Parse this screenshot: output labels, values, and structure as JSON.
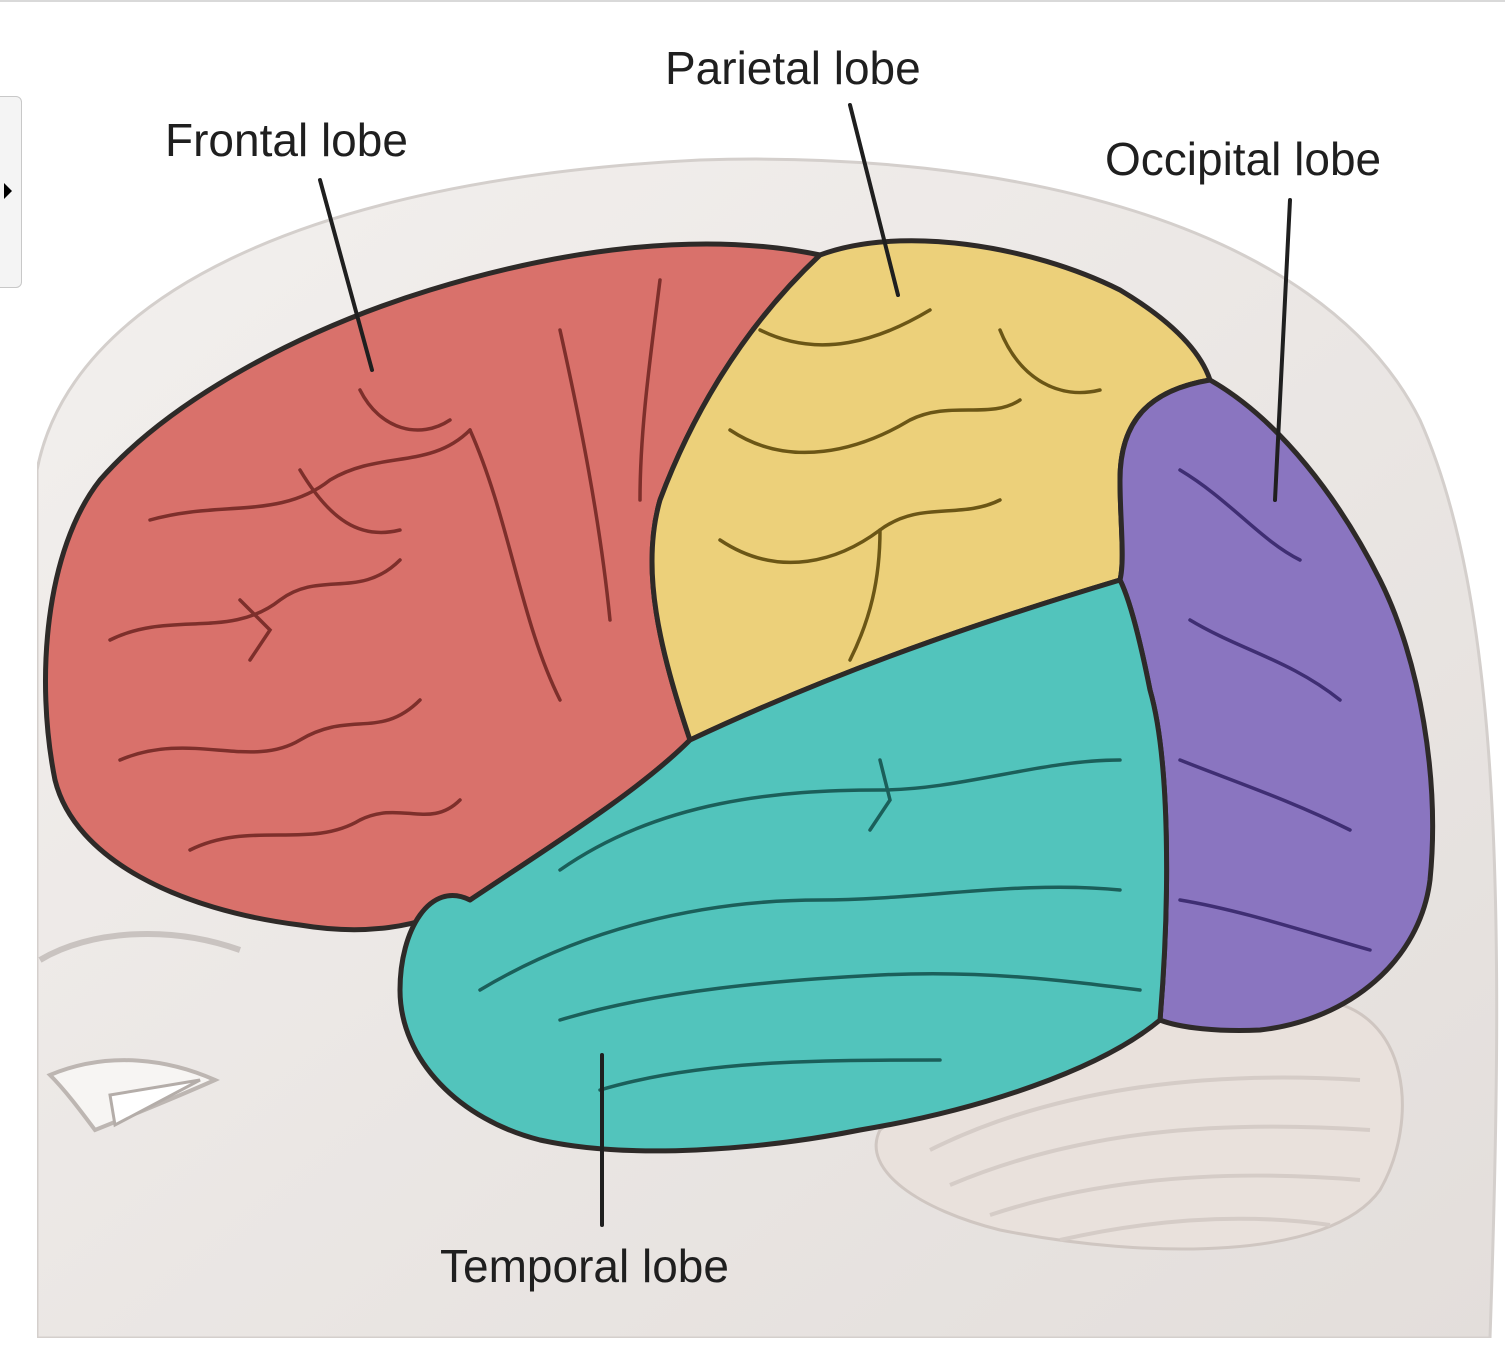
{
  "labels": {
    "frontal": "Frontal lobe",
    "parietal": "Parietal lobe",
    "occipital": "Occipital lobe",
    "temporal": "Temporal lobe"
  },
  "colors": {
    "frontal": "#d9716b",
    "parietal": "#ecd07a",
    "occipital": "#8a75c0",
    "temporal": "#52c4bc",
    "head": "#ede9e6",
    "cerebellum": "#e9e1dc",
    "outline": "#2e2a28"
  },
  "icons": {
    "side_tab": "triangle-right-icon"
  }
}
